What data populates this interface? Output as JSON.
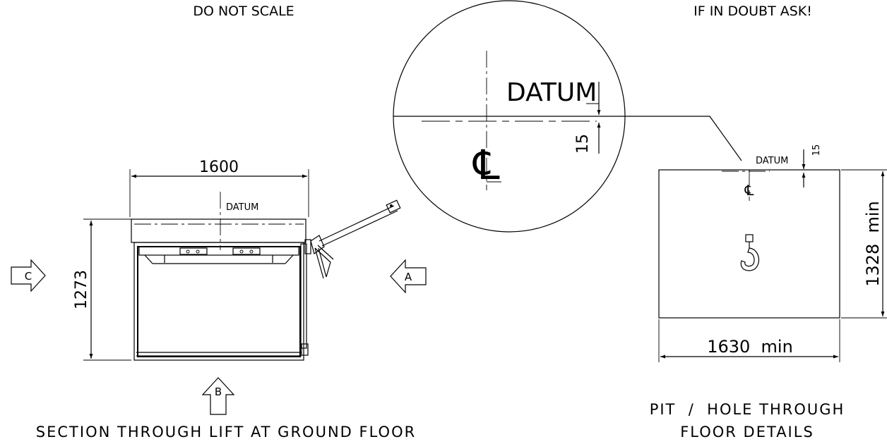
{
  "notes": {
    "left": "DO NOT SCALE",
    "right": "IF IN DOUBT ASK!"
  },
  "section_view": {
    "width_dim": "1600",
    "height_dim": "1273",
    "datum_label": "DATUM",
    "arrow_a": "A",
    "arrow_b": "B",
    "arrow_c": "C",
    "caption": "SECTION THROUGH LIFT AT GROUND FLOOR"
  },
  "detail_circle": {
    "datum_label": "DATUM",
    "offset_dim": "15",
    "centerline_symbol": "℄"
  },
  "pit_view": {
    "datum_label": "DATUM",
    "offset_dim": "15",
    "width_dim": "1630  min",
    "height_dim": "1328  min",
    "centerline_symbol": "℄",
    "caption_line1": "PIT  /  HOLE THROUGH",
    "caption_line2": "FLOOR DETAILS"
  }
}
